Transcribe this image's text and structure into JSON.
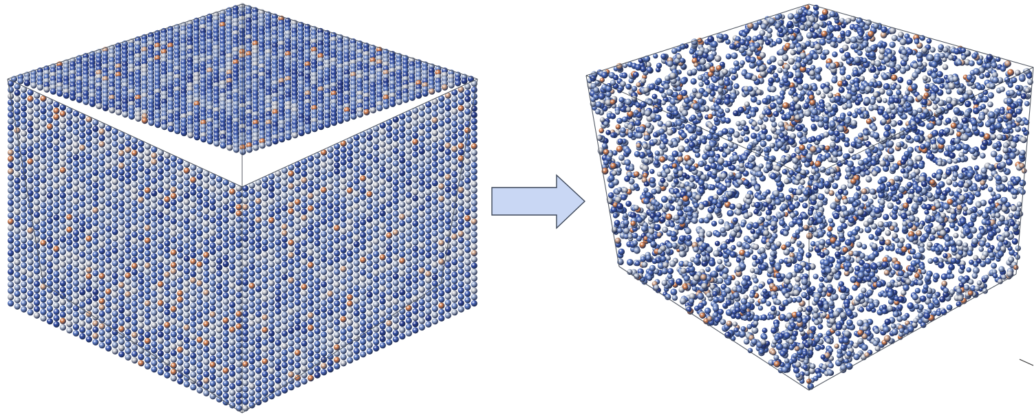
{
  "figure": {
    "panels": [
      {
        "id": "ordered-crystal",
        "structure": "ordered-lattice",
        "projection": "isometric-cube"
      },
      {
        "id": "disordered-structure",
        "structure": "random-packing",
        "projection": "perspective-cube"
      }
    ],
    "transition_arrow": {
      "icon": "right-arrow-icon",
      "direction": "right"
    },
    "colors": {
      "background": "#ffffff",
      "frame_edges": "#555b66",
      "arrow_fill": "#c9d7f4",
      "arrow_stroke": "#3c4658",
      "atom_palette": [
        "#2a3f93",
        "#3550a8",
        "#4663b8",
        "#5b7bc7",
        "#7792cf",
        "#98abd2",
        "#b9c3d6",
        "#c9cbd2",
        "#d7a98b",
        "#d9824f"
      ]
    }
  }
}
